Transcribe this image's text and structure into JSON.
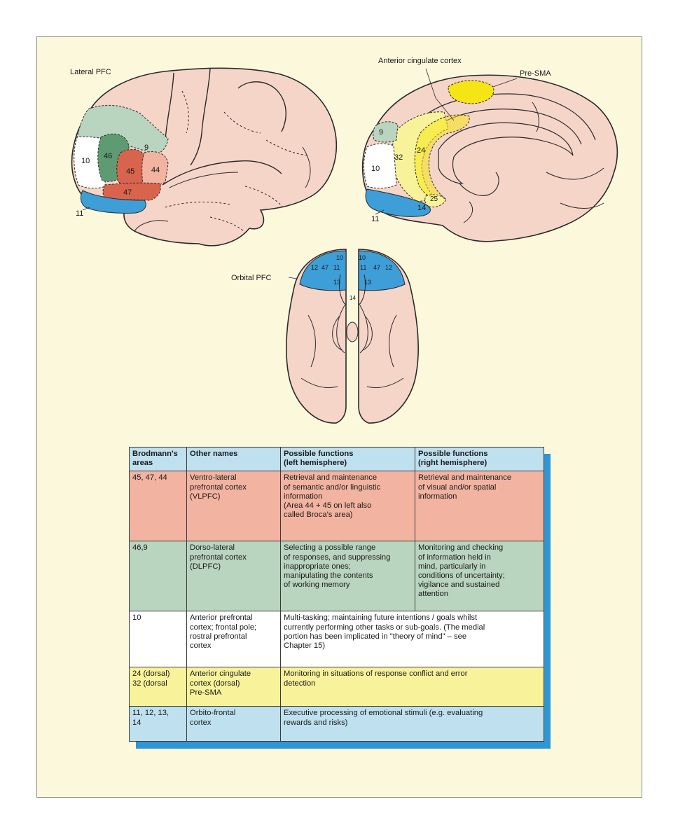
{
  "labels": {
    "lateral_pfc": "Lateral PFC",
    "anterior_cingulate": "Anterior cingulate cortex",
    "pre_sma": "Pre-SMA",
    "orbital_pfc": "Orbital PFC"
  },
  "lateral_areas": [
    "10",
    "46",
    "9",
    "45",
    "44",
    "47",
    "11"
  ],
  "medial_areas": [
    "9",
    "32",
    "24",
    "10",
    "25",
    "14",
    "11"
  ],
  "orbital_areas": {
    "left": [
      "10",
      "12",
      "47",
      "11",
      "13"
    ],
    "right": [
      "10",
      "11",
      "47",
      "12",
      "13"
    ],
    "center": "14"
  },
  "colors": {
    "background": "#fcf8dc",
    "brain": "#f6d5c9",
    "vlpfc": "#f2b3a1",
    "area45_47": "#d9644d",
    "dlpfc": "#b9d4bf",
    "area46": "#5e9b72",
    "cingulate": "#f8f39a",
    "pre_sma": "#f5e514",
    "orbital": "#3d9ed8",
    "header": "#bfe0ef"
  },
  "table": {
    "headers": [
      "Brodmann's areas",
      "Other names",
      "Possible functions\n(left hemisphere)",
      "Possible functions\n(right hemisphere)"
    ],
    "rows": [
      {
        "color": "#f2b3a1",
        "areas": "45, 47, 44",
        "names": "Ventro-lateral\nprefrontal cortex\n(VLPFC)",
        "left": "Retrieval and maintenance\nof semantic and/or linguistic\ninformation\n(Area 44 + 45 on left also\ncalled Broca's area)",
        "right": "Retrieval and maintenance\nof visual and/or spatial\ninformation"
      },
      {
        "color": "#b9d4bf",
        "areas": "46,9",
        "names": "Dorso-lateral\nprefrontal cortex\n(DLPFC)",
        "left": "Selecting a possible range\nof responses, and suppressing\ninappropriate ones;\nmanipulating the contents\nof working memory",
        "right": "Monitoring and checking\nof information held in\nmind, particularly in\nconditions of uncertainty;\nvigilance and sustained\nattention"
      },
      {
        "color": "#ffffff",
        "areas": "10",
        "names": "Anterior prefrontal\ncortex; frontal pole;\nrostral prefrontal\ncortex",
        "both": "Multi-tasking; maintaining future intentions / goals whilst\ncurrently performing other tasks or sub-goals. (The medial\nportion has been implicated in \"theory of mind\" – see\nChapter 15)"
      },
      {
        "color": "#f8f39a",
        "areas": "24 (dorsal)\n32 (dorsal",
        "names": "Anterior cingulate\ncortex (dorsal)\nPre-SMA",
        "both": "Monitoring in situations of response conflict and error\ndetection"
      },
      {
        "color": "#bfe0ef",
        "areas": "11, 12, 13,\n14",
        "names": "Orbito-frontal\ncortex",
        "both": "Executive processing of emotional stimuli (e.g. evaluating\nrewards and risks)"
      }
    ]
  }
}
